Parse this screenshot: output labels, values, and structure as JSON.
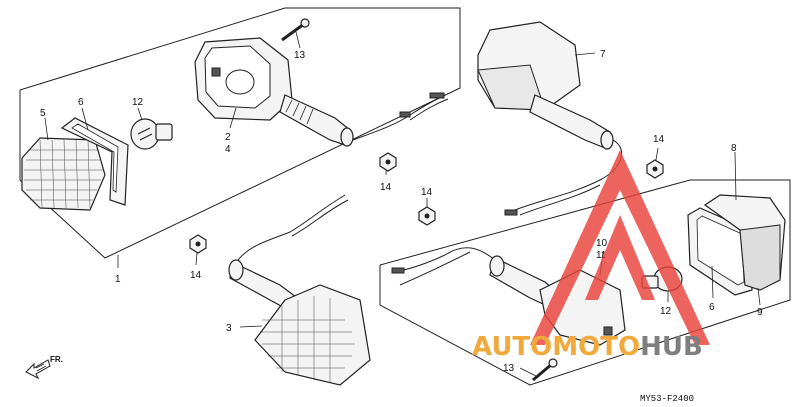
{
  "diagram": {
    "callouts": [
      "1",
      "2",
      "3",
      "4",
      "5",
      "6",
      "7",
      "8",
      "9",
      "10",
      "11",
      "12",
      "13",
      "14"
    ],
    "labels": {
      "n1": "1",
      "n2": "2",
      "n3": "3",
      "n4": "4",
      "n5": "5",
      "n6a": "6",
      "n6b": "6",
      "n7": "7",
      "n8": "8",
      "n9": "9",
      "n10": "10",
      "n11": "11",
      "n12a": "12",
      "n12b": "12",
      "n13a": "13",
      "n13b": "13",
      "n14a": "14",
      "n14b": "14",
      "n14c": "14",
      "n14d": "14"
    },
    "direction_label": "FR.",
    "diagram_code": "MY53-F2400"
  },
  "watermark": {
    "text_prefix": "AUTOMOTO",
    "text_suffix": "HUB",
    "prefix_color": "#f2a93b",
    "suffix_color": "#7f7f7f",
    "logo_color": "#e8433a"
  }
}
